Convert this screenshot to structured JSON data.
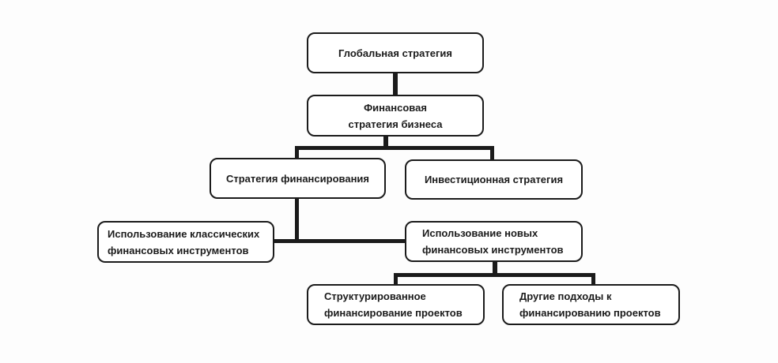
{
  "diagram": {
    "colors": {
      "line": "#1b1b1b",
      "box_border": "#1b1b1b",
      "box_fill": "#ffffff",
      "text": "#1b1b1b",
      "background": "#fdfdfd"
    },
    "nodes": [
      {
        "id": "global-strategy",
        "lines": [
          "Глобальная стратегия"
        ]
      },
      {
        "id": "financial-business-strategy",
        "lines": [
          "Финансовая",
          "стратегия бизнеса"
        ]
      },
      {
        "id": "financing-strategy",
        "lines": [
          "Стратегия финансирования"
        ]
      },
      {
        "id": "investment-strategy",
        "lines": [
          "Инвестиционная стратегия"
        ]
      },
      {
        "id": "classic-financial-instruments",
        "lines": [
          "Использование классических",
          "финансовых инструментов"
        ]
      },
      {
        "id": "new-financial-instruments",
        "lines": [
          "Использование новых",
          "финансовых инструментов"
        ]
      },
      {
        "id": "structured-project-financing",
        "lines": [
          "Структурированное",
          "финансирование проектов"
        ]
      },
      {
        "id": "other-project-financing-approaches",
        "lines": [
          "Другие подходы к",
          "финансированию проектов"
        ]
      }
    ],
    "edges": [
      {
        "from": "global-strategy",
        "to": "financial-business-strategy"
      },
      {
        "from": "financial-business-strategy",
        "to": "financing-strategy"
      },
      {
        "from": "financial-business-strategy",
        "to": "investment-strategy"
      },
      {
        "from": "financing-strategy",
        "to": "classic-financial-instruments"
      },
      {
        "from": "financing-strategy",
        "to": "new-financial-instruments"
      },
      {
        "from": "new-financial-instruments",
        "to": "structured-project-financing"
      },
      {
        "from": "new-financial-instruments",
        "to": "other-project-financing-approaches"
      }
    ]
  }
}
